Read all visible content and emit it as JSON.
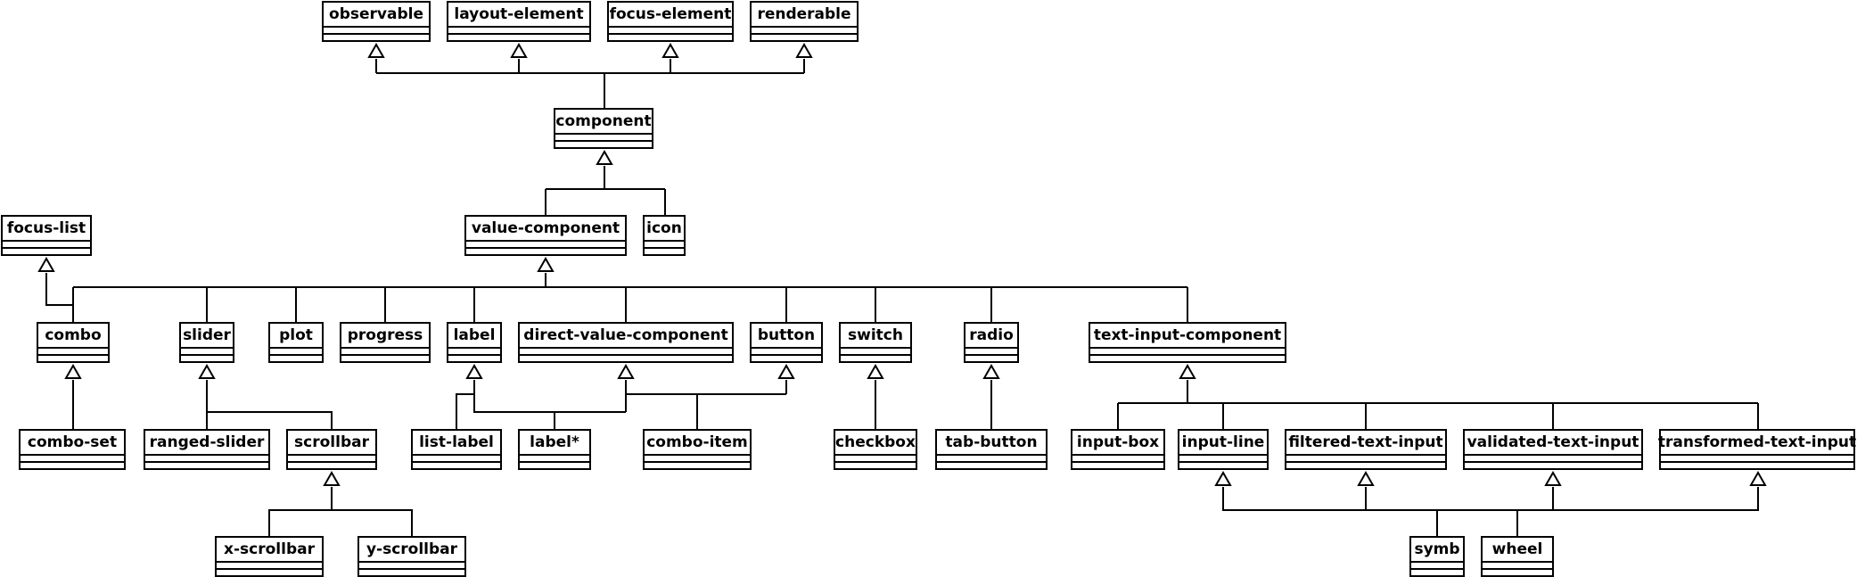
{
  "classes": {
    "observable": "observable",
    "layout_element": "layout-element",
    "focus_element": "focus-element",
    "renderable": "renderable",
    "component": "component",
    "focus_list": "focus-list",
    "value_component": "value-component",
    "icon": "icon",
    "combo": "combo",
    "slider": "slider",
    "plot": "plot",
    "progress": "progress",
    "label": "label",
    "direct_value_component": "direct-value-component",
    "button": "button",
    "switch": "switch",
    "radio": "radio",
    "text_input_component": "text-input-component",
    "combo_set": "combo-set",
    "ranged_slider": "ranged-slider",
    "scrollbar": "scrollbar",
    "list_label": "list-label",
    "label_star": "label*",
    "combo_item": "combo-item",
    "checkbox": "checkbox",
    "tab_button": "tab-button",
    "input_box": "input-box",
    "input_line": "input-line",
    "filtered_text_input": "filtered-text-input",
    "validated_text_input": "validated-text-input",
    "transformed_text_input": "transformed-text-input",
    "x_scrollbar": "x-scrollbar",
    "y_scrollbar": "y-scrollbar",
    "symb": "symb",
    "wheel": "wheel"
  }
}
